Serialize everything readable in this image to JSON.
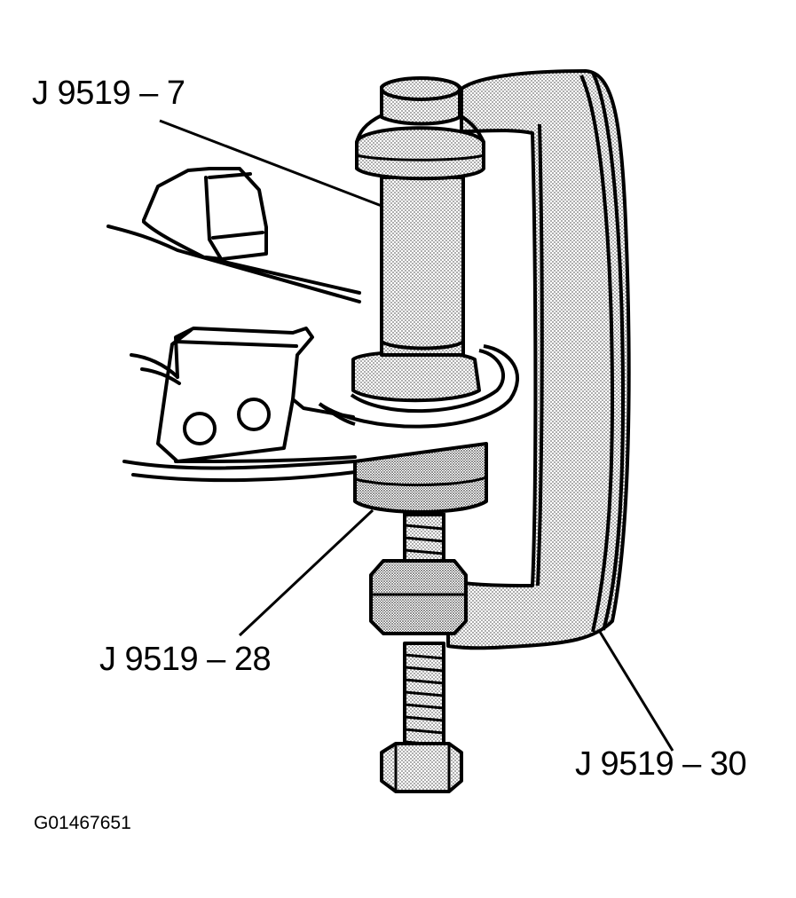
{
  "callouts": {
    "top": "J 9519 – 7",
    "middle": "J 9519 – 28",
    "right": "J 9519 – 30"
  },
  "figure_id": "G01467651",
  "colors": {
    "ink": "#000000",
    "paper": "#ffffff",
    "stipple": "#7a7a7a"
  }
}
